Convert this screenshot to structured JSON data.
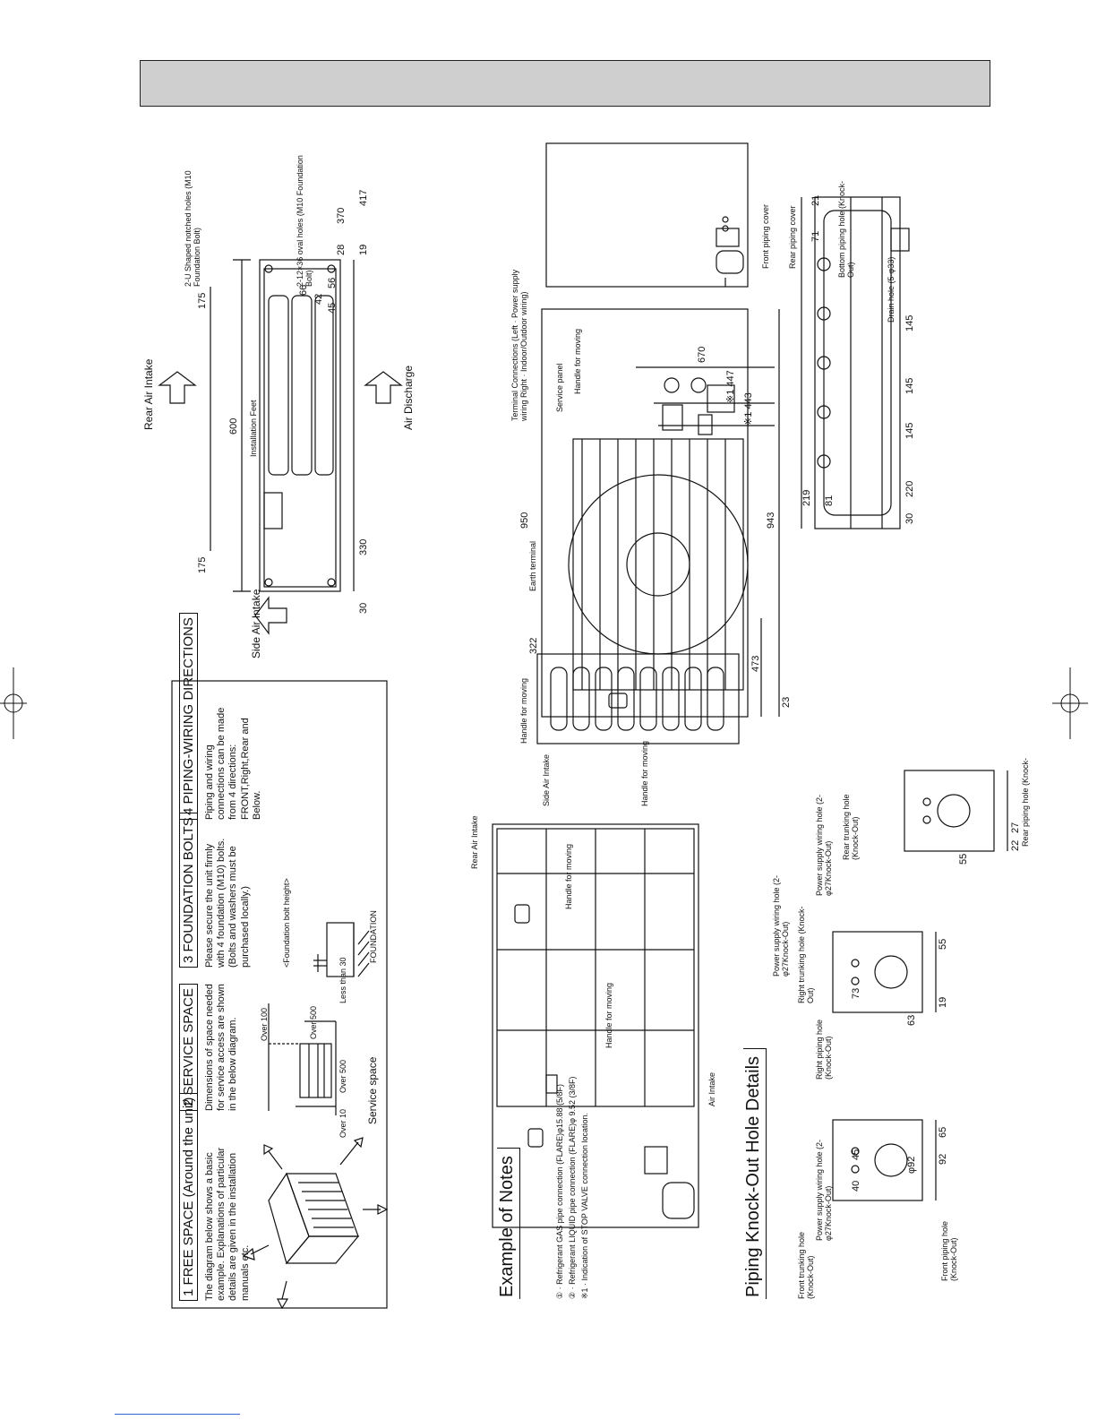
{
  "notes": {
    "free_space_title": "1 FREE SPACE (Around the unit)",
    "free_space_text": "The diagram below shows a basic example. Explanations of particular details are given in the installation manuals etc.",
    "service_title": "2 SERVICE SPACE",
    "service_text": "Dimensions of space needed for service access are shown in the below diagram.",
    "service_space_label": "Service space",
    "over_10": "Over 10",
    "over_100": "Over 100",
    "over_500_a": "Over 500",
    "over_500_b": "Over 500",
    "bolts_title": "3 FOUNDATION BOLTS",
    "bolts_text": "Please secure the unit firmly with 4 foundation (M10) bolts. (Bolts and washers must be purchased locally.)",
    "bolt_height": "<Foundation bolt height>",
    "less_than_30": "Less than 30",
    "foundation": "FOUNDATION",
    "piping_title": "4 PIPING-WIRING DIRECTIONS",
    "piping_text": "Piping and wiring connections can be made from 4 directions: FRONT,Right,Rear and Below."
  },
  "example": {
    "title": "Example of Notes",
    "note1": "① · Refrigerant GAS pipe connection (FLARE)φ15.88 (5/8F)",
    "note2": "② · Refrigerant LIQUID pipe connection (FLARE)φ 9.52 (3/8F)",
    "note3": "※1 · Indication of STOP VALVE connection location."
  },
  "knockout": {
    "title": "Piping Knock-Out Hole Details",
    "front_trunking": "Front trunking hole (Knock-Out)",
    "front_power": "Power supply wiring hole (2-φ27Knock-Out)",
    "front_piping": "Front piping hole (Knock-Out)",
    "right_piping": "Right piping hole (Knock-Out)",
    "right_trunking": "Right trunking hole (Knock-Out)",
    "right_power": "Power supply wiring hole (2-φ27Knock-Out)",
    "rear_power": "Power supply wiring hole (2-φ27Knock-Out)",
    "rear_trunking": "Rear trunking hole (Knock-Out)",
    "rear_piping": "Rear piping hole (Knock-Out)",
    "d40": "40",
    "d45": "45",
    "d92": "φ92",
    "d92b": "92",
    "d65": "65",
    "d73": "73",
    "d55": "55",
    "d19": "19",
    "d63": "63",
    "d27": "27",
    "d22": "22",
    "d55b": "55"
  },
  "top_view": {
    "rear_air_intake": "Rear Air Intake",
    "air_discharge": "Air Discharge",
    "side_air_intake": "Side Air Intake",
    "install_feet": "Installation Feet",
    "d600": "600",
    "d175a": "175",
    "d175b": "175",
    "d330": "330",
    "d30": "30",
    "d417": "417",
    "d370": "370",
    "d19": "19",
    "d28": "28",
    "d56": "56",
    "d45": "45",
    "d42": "42",
    "d66": "66",
    "u_notch": "2-U Shaped notched holes (M10 Foundation Bolt)",
    "oval_holes": "2-12×36 oval holes (M10 Foundation Bolt)"
  },
  "front_view": {
    "d950": "950",
    "d322": "322",
    "d943": "943",
    "d473": "473",
    "d23": "23",
    "d670": "670",
    "d447": "※1 447",
    "d443": "※1 443",
    "earth_terminal": "Earth terminal",
    "terminal": "Terminal Connections (Left · Power supply wiring Right · Indoor/Outdoor wiring)",
    "service_panel": "Service panel",
    "handle_moving": "Handle for moving",
    "handle_moving2": "Handle for moving",
    "front_cover": "Front piping cover",
    "rear_cover": "Rear piping cover",
    "bottom_piping": "Bottom piping hole (Knock-Out)",
    "drain_hole": "Drain hole (5-φ33)",
    "d145a": "145",
    "d145b": "145",
    "d145c": "145",
    "d220": "220",
    "d30": "30",
    "d219": "219",
    "d81": "81",
    "d71": "71",
    "d21": "21"
  },
  "rear_view": {
    "rear_air_intake": "Rear Air Intake",
    "side_air_intake": "Side Air Intake",
    "handle_moving_a": "Handle for moving",
    "handle_moving_b": "Handle for moving",
    "handle_moving_c": "Handle for moving",
    "air_intake": "Air Intake"
  }
}
